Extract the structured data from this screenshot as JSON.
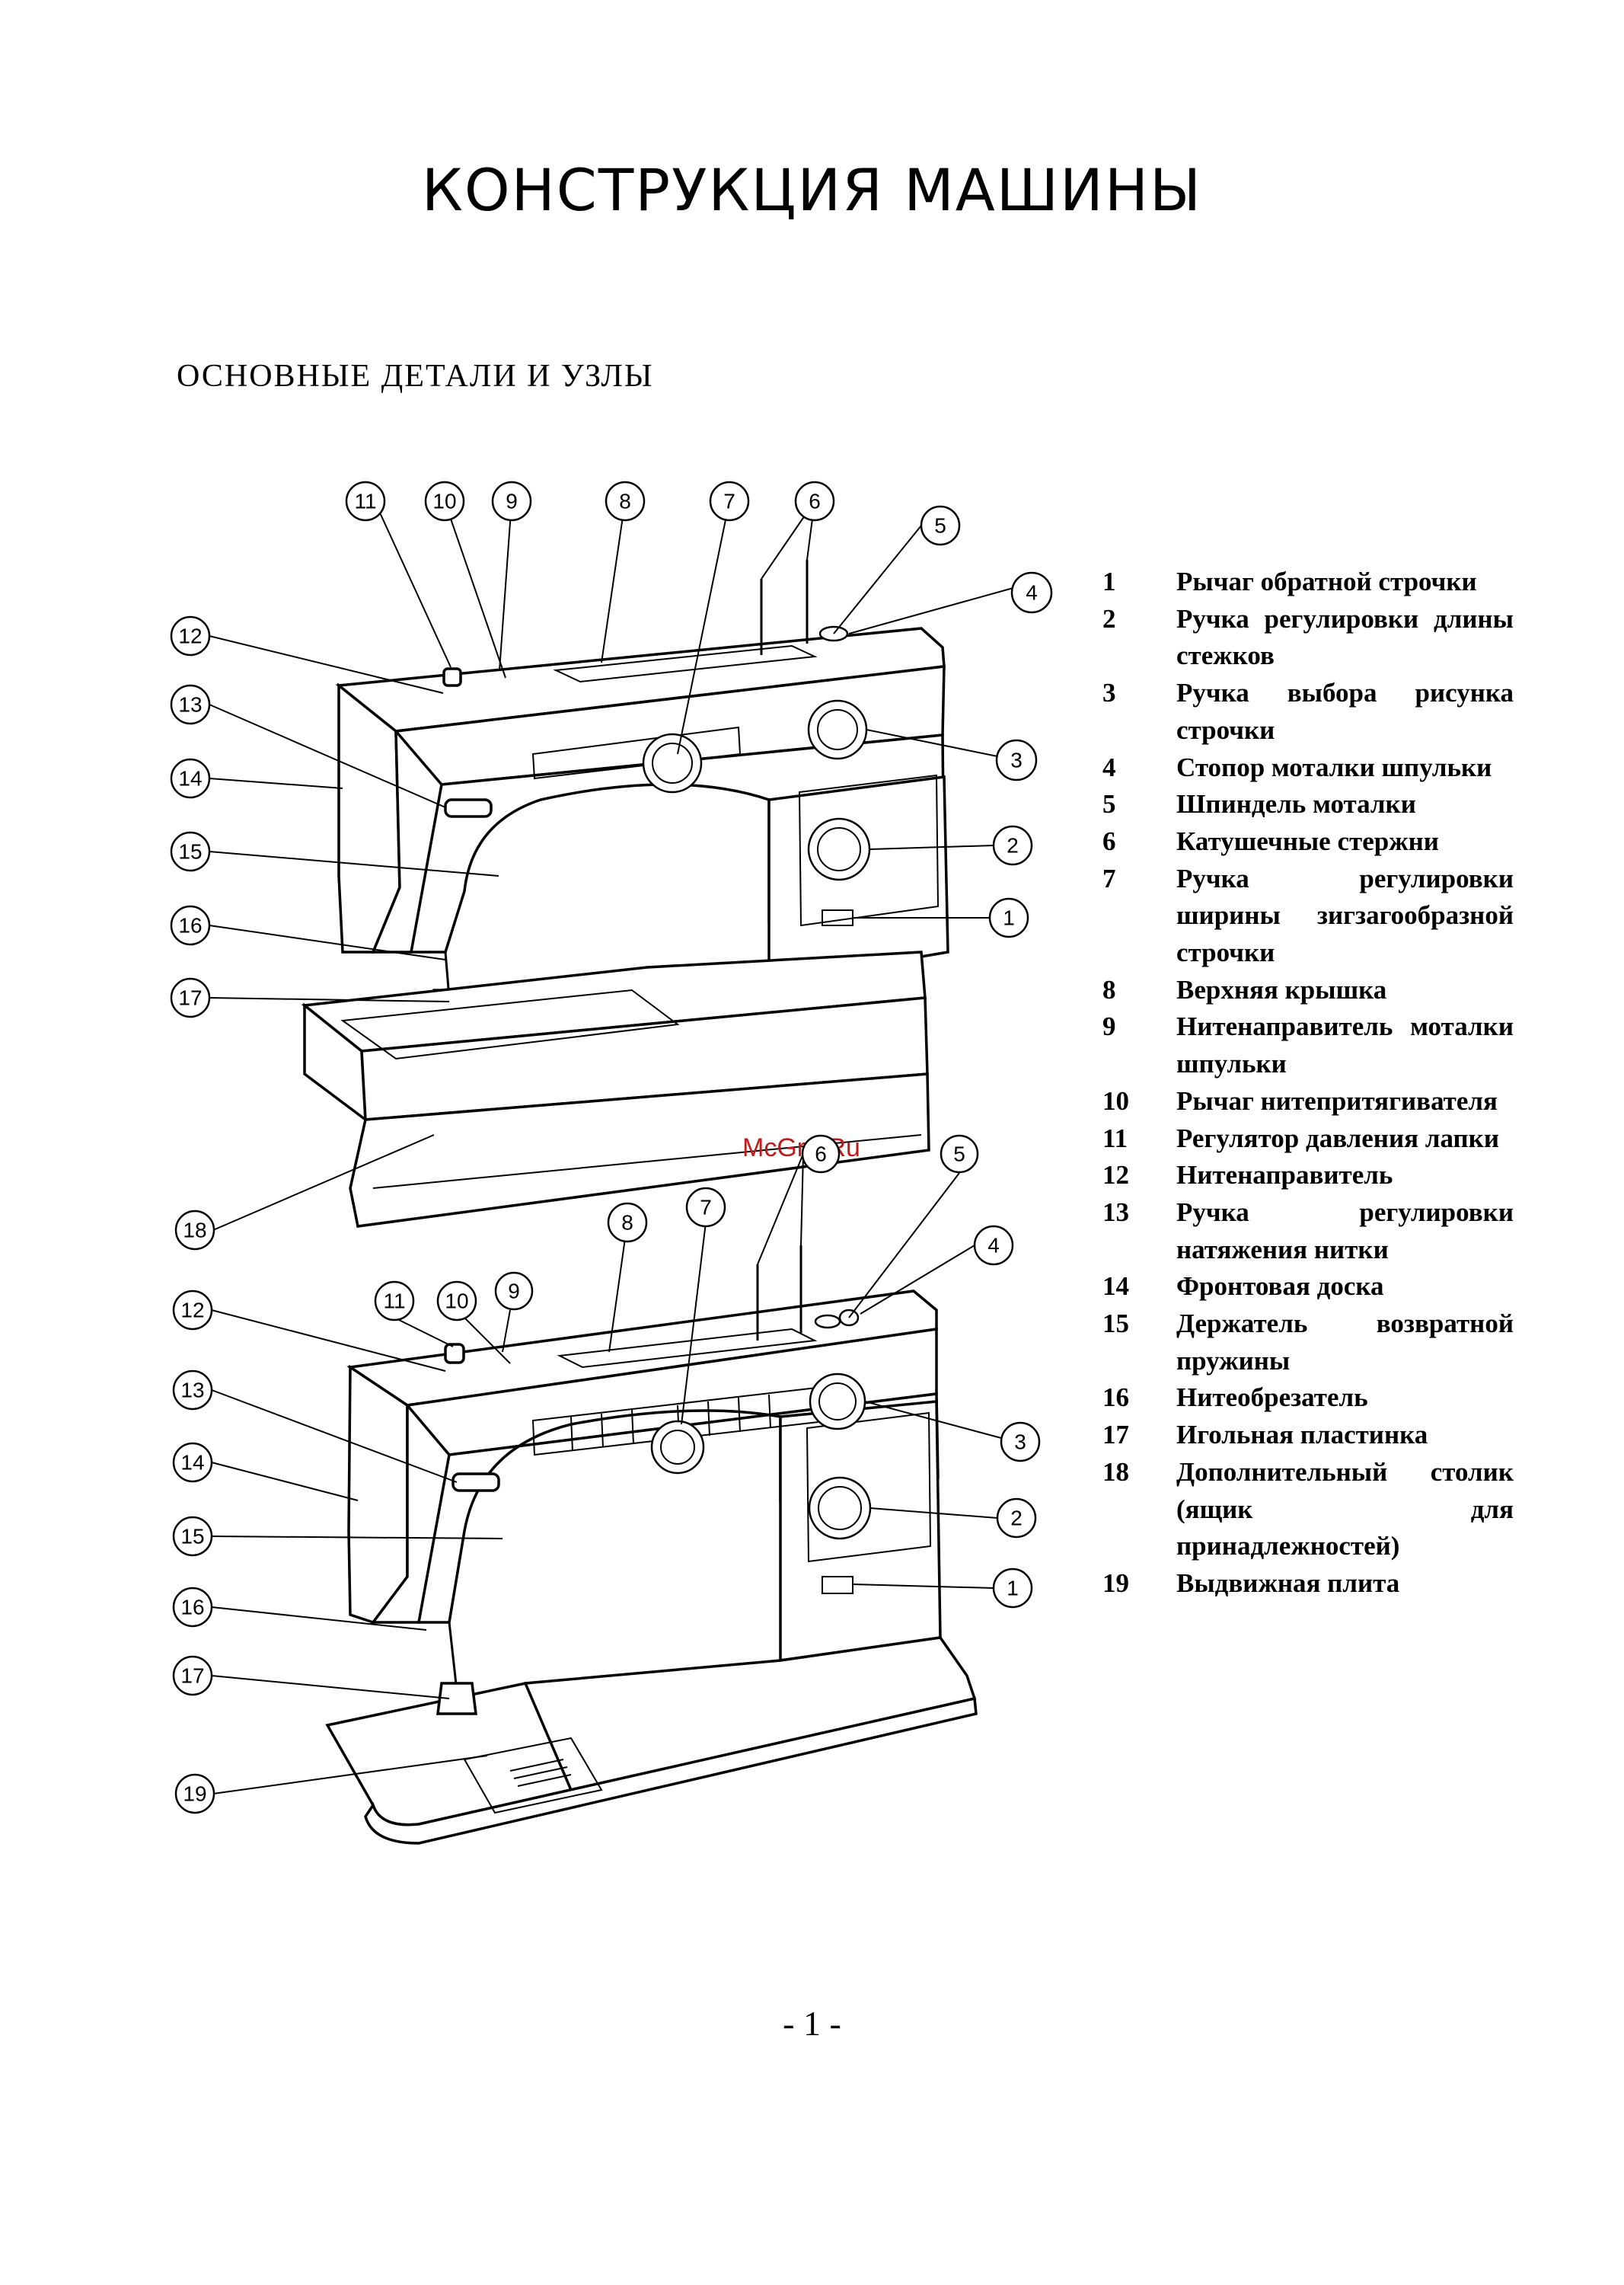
{
  "title": "КОНСТРУКЦИЯ МАШИНЫ",
  "subtitle": "ОСНОВНЫЕ ДЕТАЛИ И УЗЛЫ",
  "watermark": "McGrp.Ru",
  "callouts": {
    "top": [
      "11",
      "10",
      "9",
      "8",
      "7",
      "6",
      "5",
      "4",
      "12",
      "13",
      "14",
      "15",
      "16",
      "17",
      "18",
      "3",
      "2",
      "1"
    ],
    "bottom": [
      "6",
      "5",
      "8",
      "7",
      "4",
      "9",
      "11",
      "10",
      "12",
      "13",
      "14",
      "15",
      "16",
      "17",
      "19",
      "3",
      "2",
      "1"
    ]
  },
  "legend": [
    {
      "num": "1",
      "text": "Рычаг обратной строчки"
    },
    {
      "num": "2",
      "text": "Ручка регулировки длины стежков"
    },
    {
      "num": "3",
      "text": "Ручка выбора рисунка строчки"
    },
    {
      "num": "4",
      "text": "Стопор моталки шпульки"
    },
    {
      "num": "5",
      "text": "Шпиндель моталки"
    },
    {
      "num": "6",
      "text": "Катушечные стержни"
    },
    {
      "num": "7",
      "text": "Ручка регулировки ширины зигзагообразной строчки"
    },
    {
      "num": "8",
      "text": "Верхняя крышка"
    },
    {
      "num": "9",
      "text": "Нитенаправитель моталки шпульки"
    },
    {
      "num": "10",
      "text": "Рычаг нитепритягивателя"
    },
    {
      "num": "11",
      "text": "Регулятор давления лапки"
    },
    {
      "num": "12",
      "text": "Нитенаправитель"
    },
    {
      "num": "13",
      "text": "Ручка регулировки натяжения нитки"
    },
    {
      "num": "14",
      "text": "Фронтовая доска"
    },
    {
      "num": "15",
      "text": "Держатель возвратной пружины"
    },
    {
      "num": "16",
      "text": "Нитеобрезатель"
    },
    {
      "num": "17",
      "text": "Игольная пластинка"
    },
    {
      "num": "18",
      "text": "Дополнительный столик (ящик для принадлежностей)"
    },
    {
      "num": "19",
      "text": "Выдвижная плита"
    }
  ],
  "page_number": "- 1 -"
}
